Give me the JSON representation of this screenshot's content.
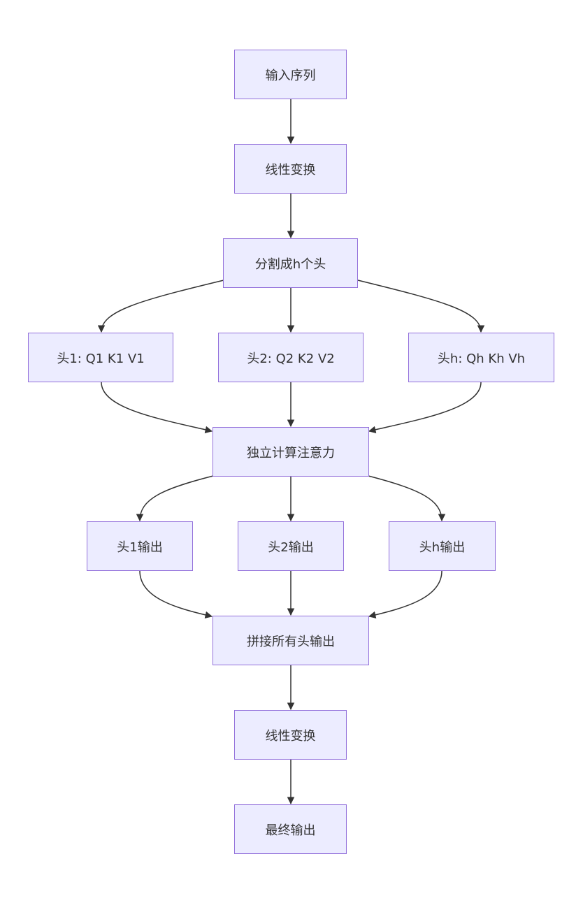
{
  "nodes": {
    "input": "输入序列",
    "linear1": "线性变换",
    "split": "分割成h个头",
    "head1": "头1: Q1 K1 V1",
    "head2": "头2: Q2 K2 V2",
    "headh": "头h: Qh Kh Vh",
    "attention": "独立计算注意力",
    "out1": "头1输出",
    "out2": "头2输出",
    "outh": "头h输出",
    "concat": "拼接所有头输出",
    "linear2": "线性变换",
    "final": "最终输出"
  },
  "colors": {
    "node_fill": "#ECECFF",
    "node_border": "#9370DB",
    "edge": "#333333",
    "text": "#333333"
  }
}
